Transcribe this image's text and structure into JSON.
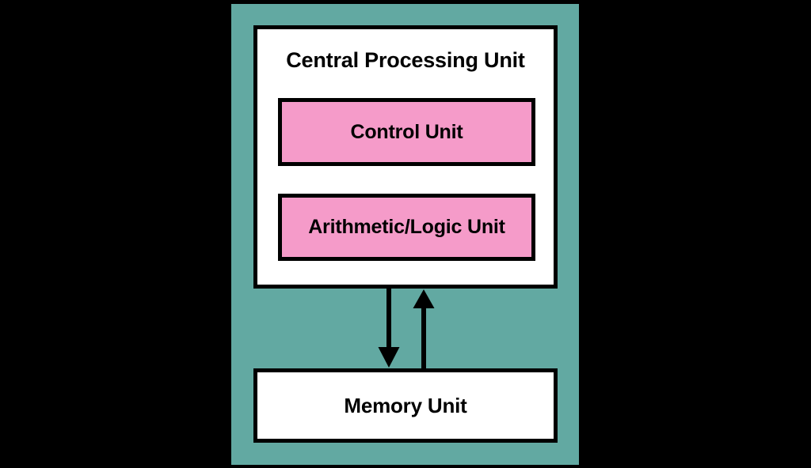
{
  "diagram": {
    "title": "Central Processing Unit",
    "background_color": "#000000",
    "panel_color": "#62A9A2",
    "box_fill_white": "#FFFFFF",
    "box_fill_pink": "#F59BC9",
    "border_color": "#000000",
    "cpu": {
      "label": "Central Processing Unit",
      "components": [
        {
          "label": "Control Unit",
          "fill": "#F59BC9"
        },
        {
          "label": "Arithmetic/Logic Unit",
          "fill": "#F59BC9"
        }
      ]
    },
    "memory": {
      "label": "Memory Unit",
      "fill": "#FFFFFF"
    },
    "connectors": [
      {
        "name": "cpu-to-memory-arrow",
        "direction": "down",
        "from": "Central Processing Unit",
        "to": "Memory Unit",
        "color": "#000000"
      },
      {
        "name": "memory-to-cpu-arrow",
        "direction": "up",
        "from": "Memory Unit",
        "to": "Central Processing Unit",
        "color": "#000000"
      }
    ]
  }
}
